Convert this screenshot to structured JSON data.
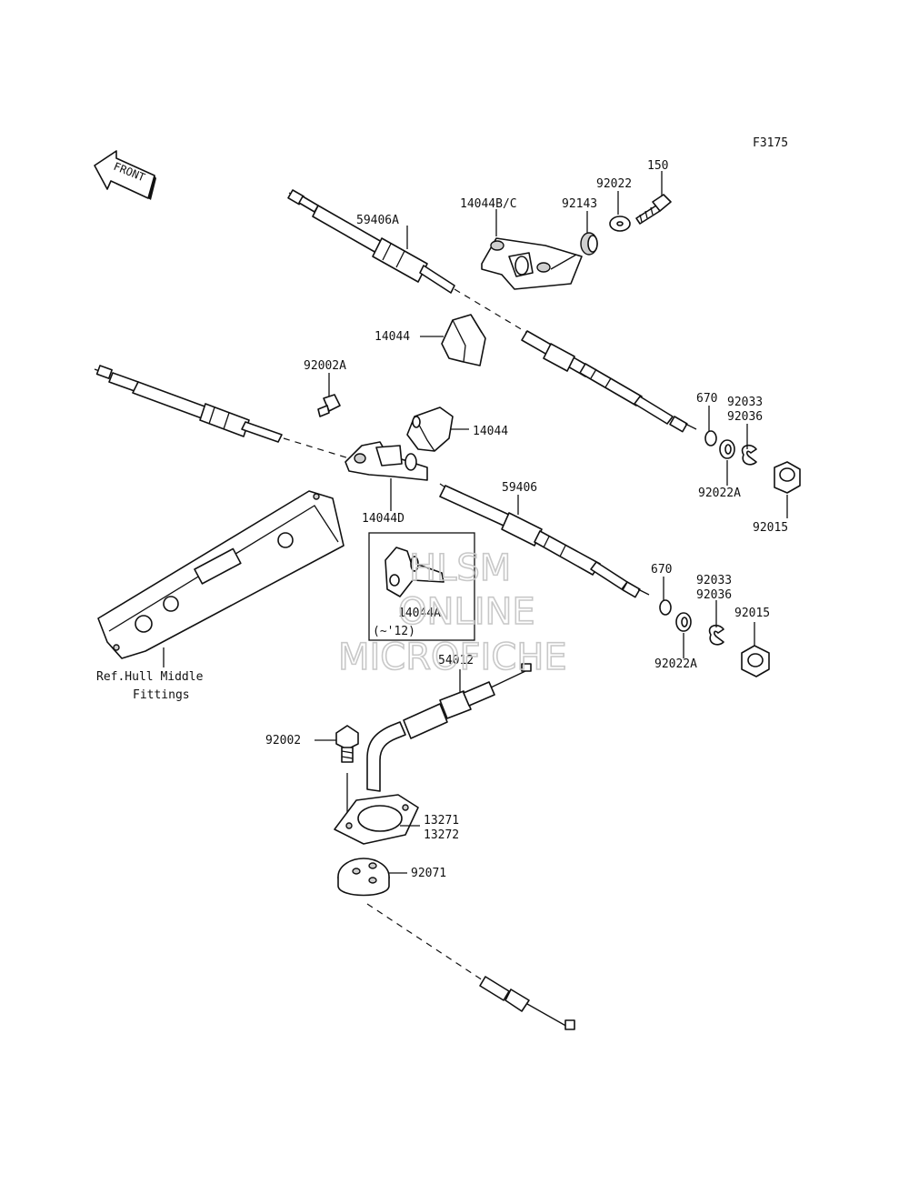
{
  "figure_code": "F3175",
  "direction_tag": "FRONT",
  "parts": {
    "p150": "150",
    "p92022": "92022",
    "p92143": "92143",
    "p14044BC": "14044B/C",
    "p59406A": "59406A",
    "p14044_upper": "14044",
    "p14044_lower": "14044",
    "p92002A": "92002A",
    "p670_upper": "670",
    "p92033_upper": "92033",
    "p92036_upper": "92036",
    "p92022A_upper": "92022A",
    "p92015_upper": "92015",
    "p14044D": "14044D",
    "p59406": "59406",
    "p14044A": "14044A",
    "p14044A_note": "(~'12)",
    "p670_lower": "670",
    "p92033_lower": "92033",
    "p92036_lower": "92036",
    "p92015_lower": "92015",
    "p92022A_lower": "92022A",
    "p54012": "54012",
    "p92002": "92002",
    "p13271": "13271",
    "p13272": "13272",
    "p92071": "92071"
  },
  "reference": {
    "line1": "Ref.Hull Middle",
    "line2": "Fittings"
  },
  "watermark": {
    "line1": "HLSM",
    "line2": "ONLINE",
    "line3": "MICROFICHE"
  }
}
